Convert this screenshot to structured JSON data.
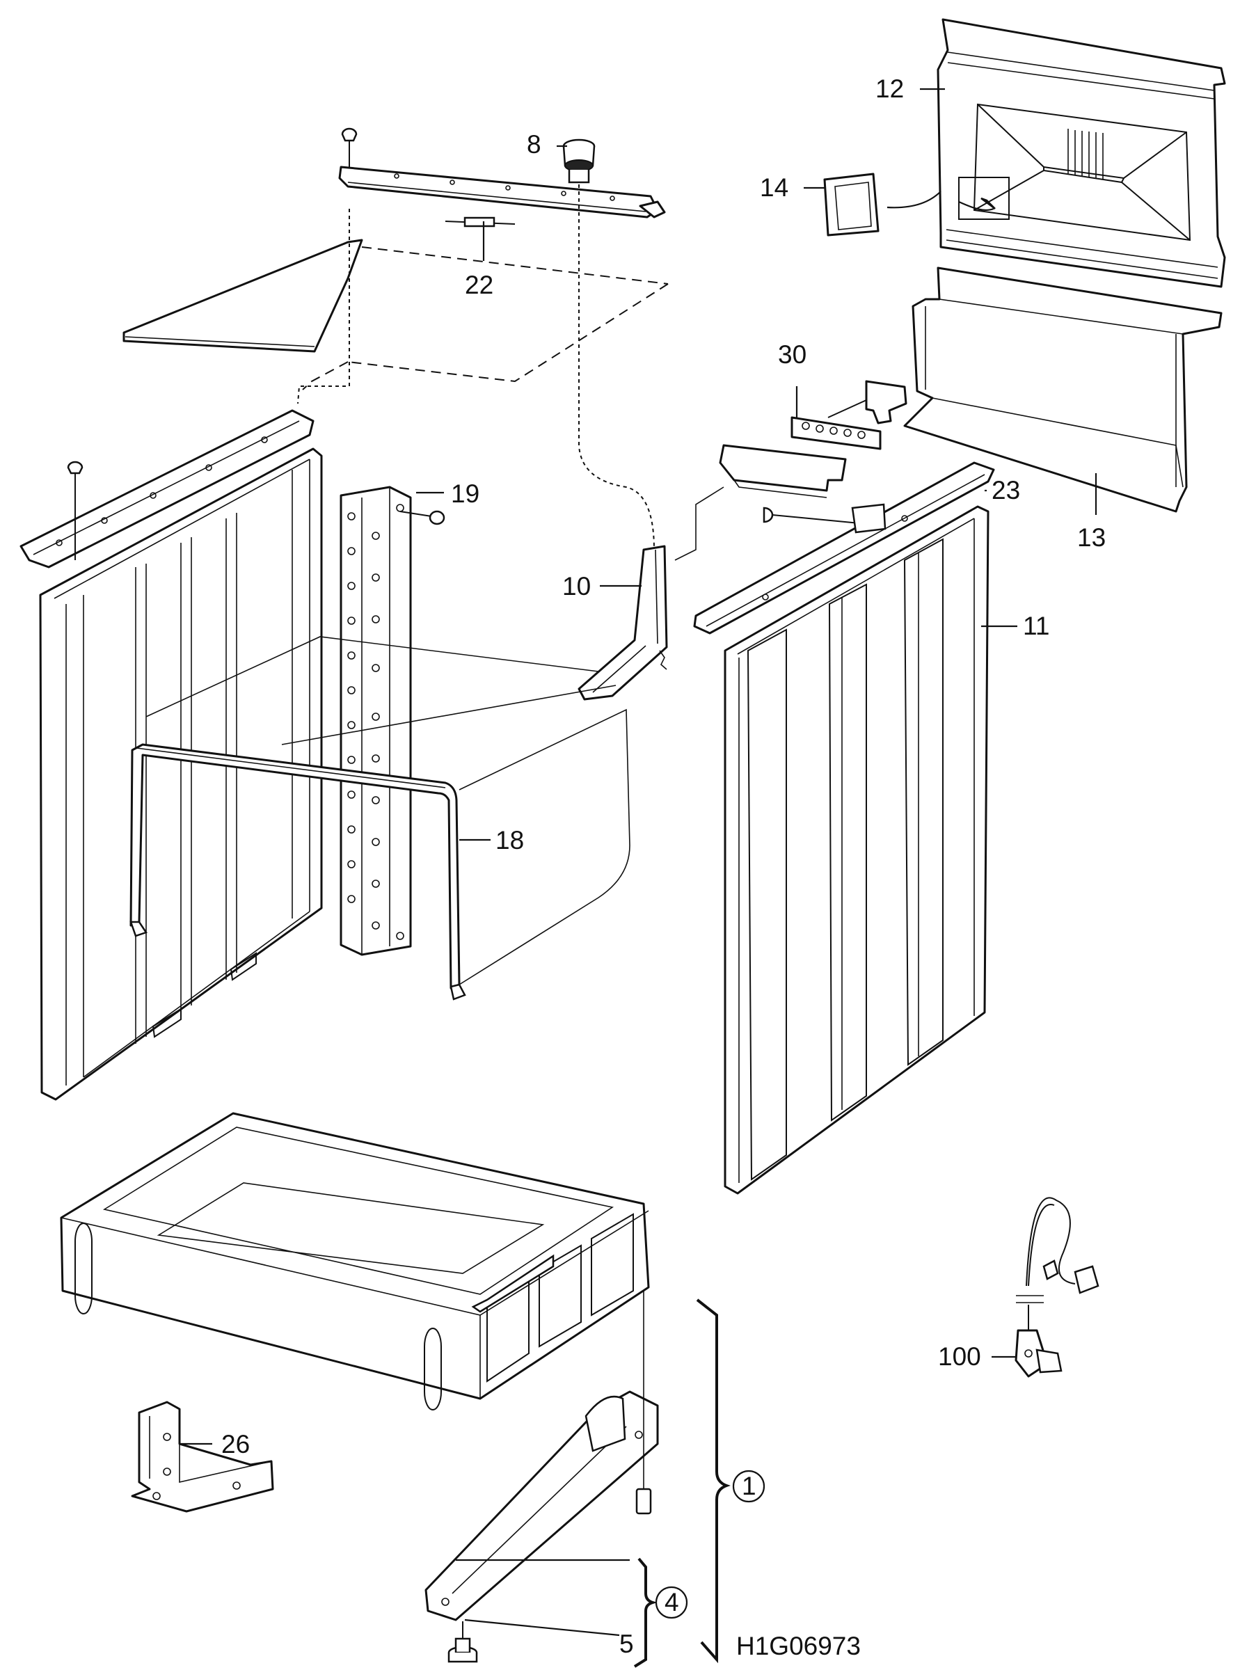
{
  "diagram": {
    "drawing_code": "H1G06973",
    "labels": [
      {
        "id": "p8",
        "text": "8"
      },
      {
        "id": "p12",
        "text": "12"
      },
      {
        "id": "p14",
        "text": "14"
      },
      {
        "id": "p22",
        "text": "22"
      },
      {
        "id": "p30",
        "text": "30"
      },
      {
        "id": "p19",
        "text": "19"
      },
      {
        "id": "p23",
        "text": "23"
      },
      {
        "id": "p13",
        "text": "13"
      },
      {
        "id": "p10",
        "text": "10"
      },
      {
        "id": "p11",
        "text": "11"
      },
      {
        "id": "p18",
        "text": "18"
      },
      {
        "id": "p100",
        "text": "100"
      },
      {
        "id": "p26",
        "text": "26"
      },
      {
        "id": "p1",
        "text": "1"
      },
      {
        "id": "p4",
        "text": "4"
      },
      {
        "id": "p5",
        "text": "5"
      }
    ]
  }
}
